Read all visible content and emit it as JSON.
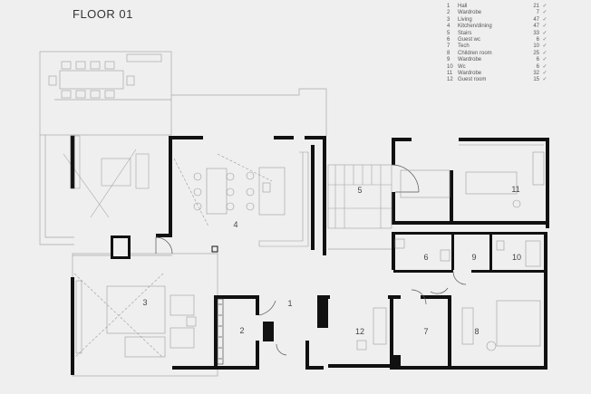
{
  "title": "FLOOR 01",
  "legend": [
    {
      "num": "1",
      "name": "Hall",
      "area": "21"
    },
    {
      "num": "2",
      "name": "Wardrobe",
      "area": "7"
    },
    {
      "num": "3",
      "name": "Living",
      "area": "47"
    },
    {
      "num": "4",
      "name": "Kitchen/dining",
      "area": "47"
    },
    {
      "num": "5",
      "name": "Stairs",
      "area": "33"
    },
    {
      "num": "6",
      "name": "Guest wc",
      "area": "6"
    },
    {
      "num": "7",
      "name": "Tech",
      "area": "10"
    },
    {
      "num": "8",
      "name": "Children room",
      "area": "25"
    },
    {
      "num": "9",
      "name": "Wardrobe",
      "area": "6"
    },
    {
      "num": "10",
      "name": "Wc",
      "area": "6"
    },
    {
      "num": "11",
      "name": "Wardrobe",
      "area": "32"
    },
    {
      "num": "12",
      "name": "Guest room",
      "area": "15"
    }
  ],
  "check_glyph": "✓",
  "room_labels": [
    {
      "id": "1",
      "text": "1"
    },
    {
      "id": "2",
      "text": "2"
    },
    {
      "id": "3",
      "text": "3"
    },
    {
      "id": "4",
      "text": "4"
    },
    {
      "id": "5",
      "text": "5"
    },
    {
      "id": "6",
      "text": "6"
    },
    {
      "id": "7",
      "text": "7"
    },
    {
      "id": "8",
      "text": "8"
    },
    {
      "id": "9",
      "text": "9"
    },
    {
      "id": "10",
      "text": "10"
    },
    {
      "id": "11",
      "text": "11"
    },
    {
      "id": "12",
      "text": "12"
    }
  ],
  "colors": {
    "background": "#efefef",
    "wall": "#111111",
    "line": "#9a9a9a",
    "text": "#444444"
  }
}
